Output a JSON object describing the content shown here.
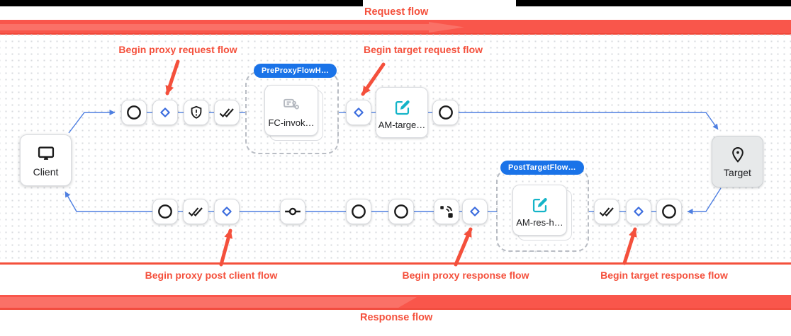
{
  "title_bars": {
    "request_flow_label": "Request flow",
    "response_flow_label": "Response flow"
  },
  "annotations": {
    "proxy_request": "Begin proxy request flow",
    "target_request": "Begin target request flow",
    "proxy_post_client": "Begin proxy post client flow",
    "proxy_response": "Begin proxy response flow",
    "target_response": "Begin target response flow"
  },
  "badges": {
    "pre_proxy": "PreProxyFlowH…",
    "post_target": "PostTargetFlow…"
  },
  "endpoints": {
    "client": {
      "label": "Client",
      "icon": "monitor-icon"
    },
    "target": {
      "label": "Target",
      "icon": "location-pin-icon"
    }
  },
  "policy_nodes": {
    "fc_invoke": {
      "label": "FC-invok…",
      "icon": "flow-callout-icon"
    },
    "am_target": {
      "label": "AM-targe…",
      "icon": "edit-square-icon"
    },
    "am_response": {
      "label": "AM-res-h…",
      "icon": "edit-square-icon"
    }
  },
  "step_icons": {
    "request_row": [
      "circle-icon",
      "diamond-icon",
      "shield-icon",
      "double-check-icon",
      "diamond-icon",
      "circle-icon"
    ],
    "response_row": [
      "circle-icon",
      "double-check-icon",
      "diamond-icon",
      "commit-icon",
      "circle-icon",
      "circle-icon",
      "signal-icon",
      "diamond-icon",
      "double-check-icon",
      "diamond-icon",
      "circle-icon"
    ]
  },
  "colors": {
    "annotation_red": "#F4503C",
    "bar_red": "#F9564B",
    "badge_blue": "#1A73E8",
    "connector_blue": "#4E7FE1",
    "diamond_blue": "#3B6CDE",
    "edit_teal": "#14B4C8"
  }
}
